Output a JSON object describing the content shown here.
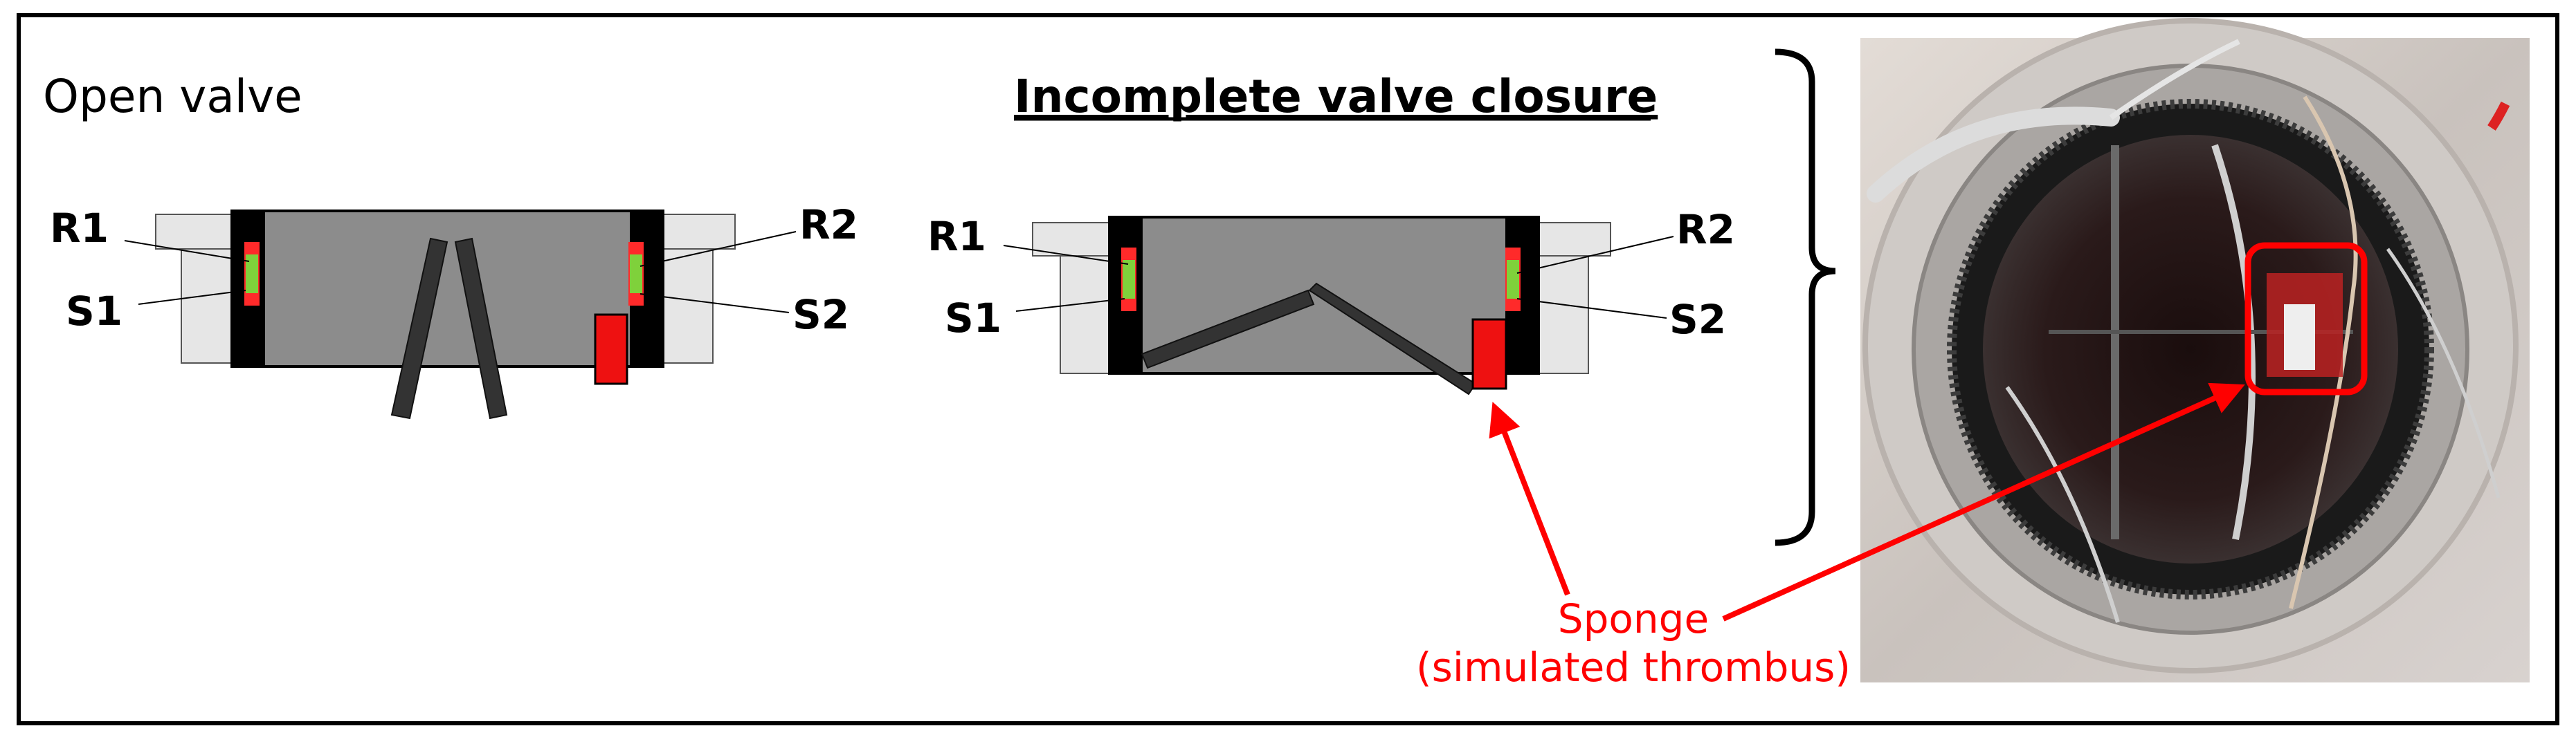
{
  "panels": {
    "open": {
      "title": "Open valve",
      "labels": {
        "r1": "R1",
        "s1": "S1",
        "r2": "R2",
        "s2": "S2"
      }
    },
    "incomplete": {
      "title": "Incomplete valve closure",
      "labels": {
        "r1": "R1",
        "s1": "S1",
        "r2": "R2",
        "s2": "S2"
      }
    }
  },
  "annotation": {
    "line1": "Sponge",
    "line2": "(simulated thrombus)"
  },
  "colors": {
    "housing": "#8c8c8c",
    "flange": "#e6e6e6",
    "frame": "#000000",
    "leaflet": "#333333",
    "sensor_red": "#ff2a2a",
    "sensor_green": "#7fd13b",
    "sponge": "#ee1111",
    "arrow": "#ff0000"
  }
}
